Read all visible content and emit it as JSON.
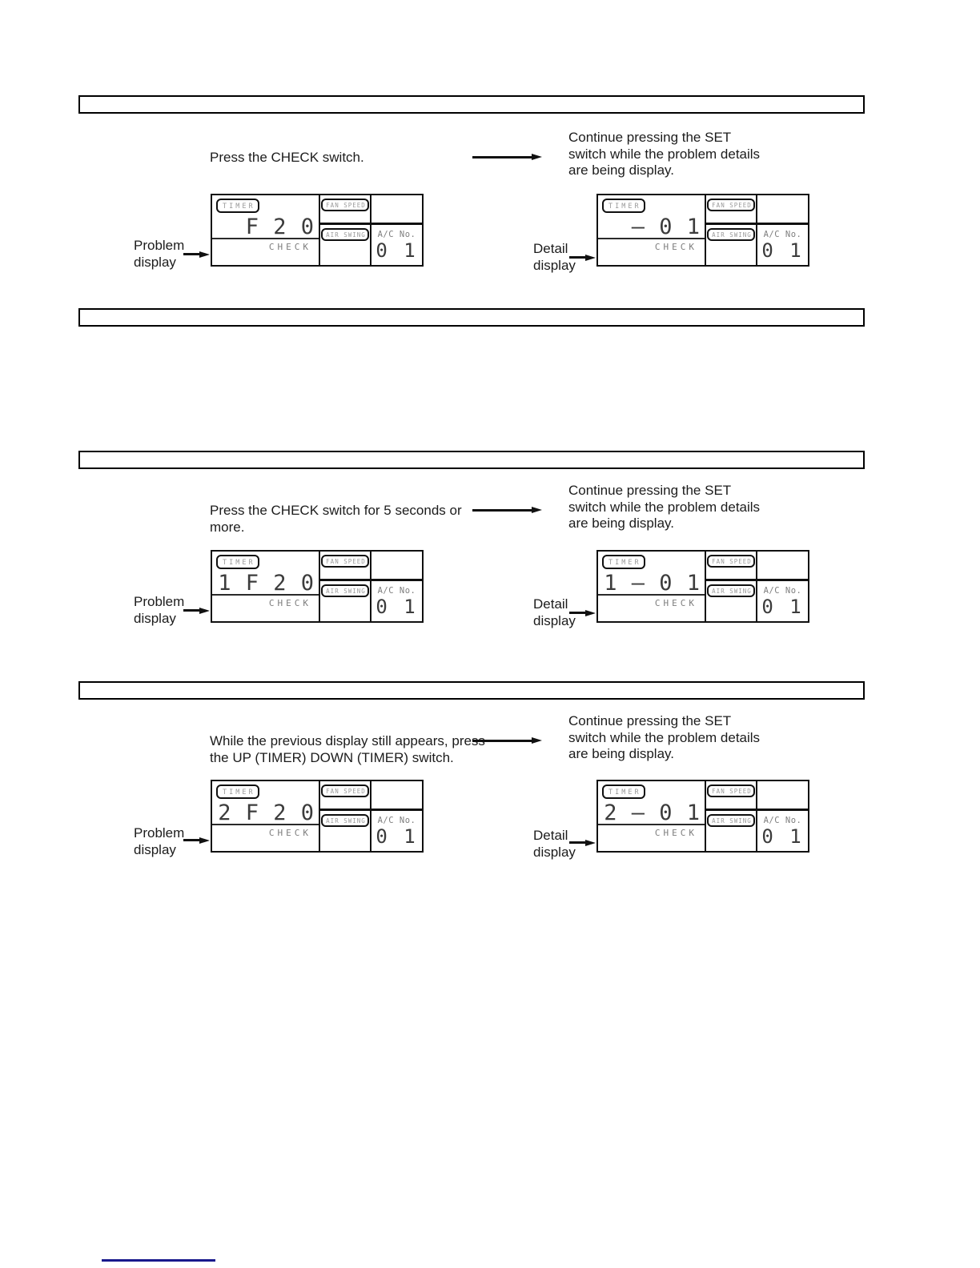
{
  "display_labels": {
    "timer": "TIMER",
    "fan_speed": "FAN SPEED",
    "air_swing": "AIR SWING",
    "check": "CHECK",
    "ac_no": "A/C No.",
    "ac_value": "0 1"
  },
  "common": {
    "continue_lines": [
      "Continue pressing the SET",
      "switch while the problem details",
      "are being display."
    ],
    "problem_label": [
      "Problem",
      "display"
    ],
    "detail_label": [
      "Detail",
      "display"
    ]
  },
  "sections": [
    {
      "instruction_lines": [
        "Press the CHECK switch."
      ],
      "problem_digits": "F 2 0",
      "detail_digits": "– 0 1"
    },
    {
      "instruction_lines": [
        "Press the CHECK switch for 5 seconds or",
        "more."
      ],
      "problem_digits": "1 F 2 0",
      "detail_digits": "1 – 0 1"
    },
    {
      "instruction_lines": [
        "While the previous display still appears, press",
        "the UP (TIMER) DOWN (TIMER) switch."
      ],
      "problem_digits": "2 F 2 0",
      "detail_digits": "2 – 0 1"
    }
  ],
  "colors": {
    "line_black": "#101010",
    "display_gray": "#7d7d7d",
    "footer_link": "#18188c"
  }
}
